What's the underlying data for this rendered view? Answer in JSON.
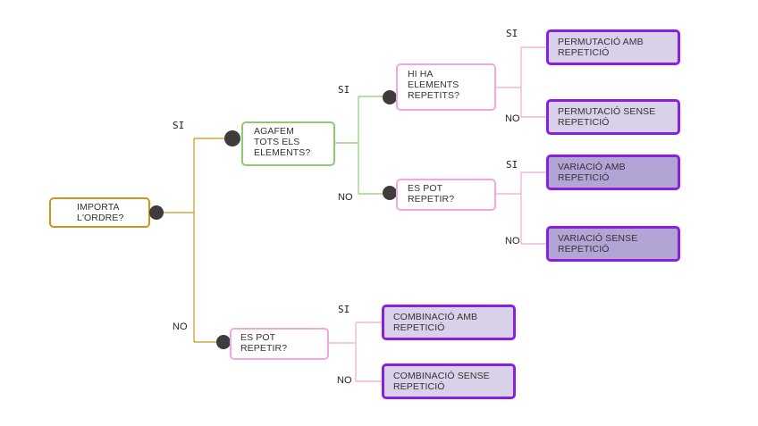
{
  "diagram": {
    "root": {
      "text": "IMPORTA\nL'ORDRE?"
    },
    "branch_labels": {
      "root_yes": "SI",
      "root_no": "NO",
      "all_yes": "SI",
      "all_no": "NO",
      "rep_elem_yes": "SI",
      "rep_elem_no": "NO",
      "can_rep_yes": "SI",
      "can_rep_no": "NO",
      "comb_yes": "SI",
      "comb_no": "NO"
    },
    "questions": {
      "take_all": "AGAFEM\nTOTS ELS\nELEMENTS?",
      "repeated_elements": "HI HA\nELEMENTS\nREPETITS?",
      "can_repeat_ordered": "ES POT\nREPETIR?",
      "can_repeat_unordered": "ES POT\nREPETIR?"
    },
    "results": {
      "perm_with_rep": "PERMUTACIÓ AMB\nREPETICIÓ",
      "perm_without_rep": "PERMUTACIÓ SENSE\nREPETICIÓ",
      "var_with_rep": "VARIACIÓ AMB\nREPETICIÓ",
      "var_without_rep": "VARIACIÓ SENSE\nREPETICIÓ",
      "comb_with_rep": "COMBINACIÓ AMB\nREPETICIÓ",
      "comb_without_rep": "COMBINACIÓ SENSE\nREPETICIÓ"
    },
    "colors": {
      "root_border": "#c8971f",
      "green_border": "#8ccb74",
      "pink_border": "#f2a8dc",
      "leaf_border": "#8a1ee6",
      "leaf_fill": "#d9d0ea",
      "leaf_fill_dark": "#b3a4d6",
      "dot": "#3d3d3d"
    }
  }
}
